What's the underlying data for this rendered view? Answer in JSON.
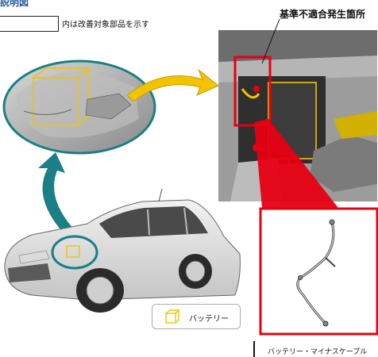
{
  "header": {
    "title": "説明図"
  },
  "legend": {
    "note": "内は改善対象部品を示す"
  },
  "callouts": {
    "defect_location": "基準不適合発生箇所"
  },
  "parts_legend": {
    "battery_label": "バッテリー"
  },
  "captions": {
    "cable": "バッテリー・マイナスケーブル"
  },
  "colors": {
    "highlight": "#f0c400",
    "arrow_teal": "#1a7f86",
    "arrow_yellow": "#f3c300",
    "defect_red": "#e60012"
  }
}
